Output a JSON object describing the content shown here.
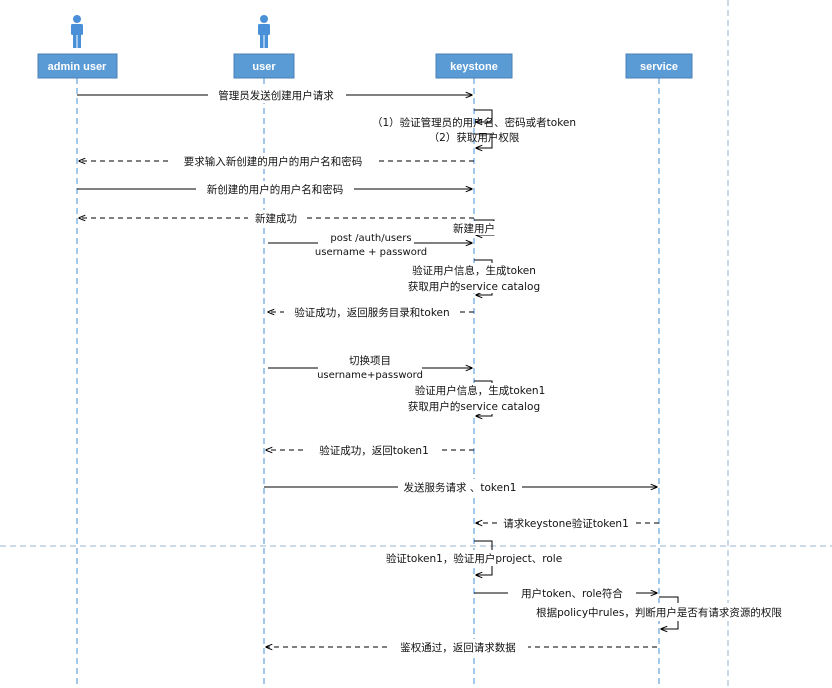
{
  "colors": {
    "header_fill": "#5b9bd5",
    "actor_fill": "#4a90d9",
    "lifeline": "#4a90d9",
    "message": "#000000",
    "separator": "#9ab3cc"
  },
  "participants": [
    {
      "id": "admin",
      "label": "admin user",
      "actor": true
    },
    {
      "id": "user",
      "label": "user",
      "actor": true
    },
    {
      "id": "keystone",
      "label": "keystone",
      "actor": false
    },
    {
      "id": "service",
      "label": "service",
      "actor": false
    }
  ],
  "messages": [
    {
      "text": "管理员发送创建用户请求"
    },
    {
      "text": "（1）验证管理员的用户名、密码或者token"
    },
    {
      "text": "（2）获取用户权限"
    },
    {
      "text": "要求输入新创建的用户的用户名和密码"
    },
    {
      "text": "新创建的用户的用户名和密码"
    },
    {
      "text": "新建成功"
    },
    {
      "text": "新建用户"
    },
    {
      "text": "post /auth/users"
    },
    {
      "text": "username + password"
    },
    {
      "text": "验证用户信息，生成token"
    },
    {
      "text": "获取用户的service catalog"
    },
    {
      "text": "验证成功，返回服务目录和token"
    },
    {
      "text": "切换项目"
    },
    {
      "text": "username+password"
    },
    {
      "text": "验证用户信息，生成token1"
    },
    {
      "text": "获取用户的service catalog"
    },
    {
      "text": "验证成功，返回token1"
    },
    {
      "text": "发送服务请求 、token1"
    },
    {
      "text": "请求keystone验证token1"
    },
    {
      "text": "验证token1，验证用户project、role"
    },
    {
      "text": "用户token、role符合"
    },
    {
      "text": "根据policy中rules，判断用户是否有请求资源的权限"
    },
    {
      "text": "鉴权通过，返回请求数据"
    }
  ]
}
